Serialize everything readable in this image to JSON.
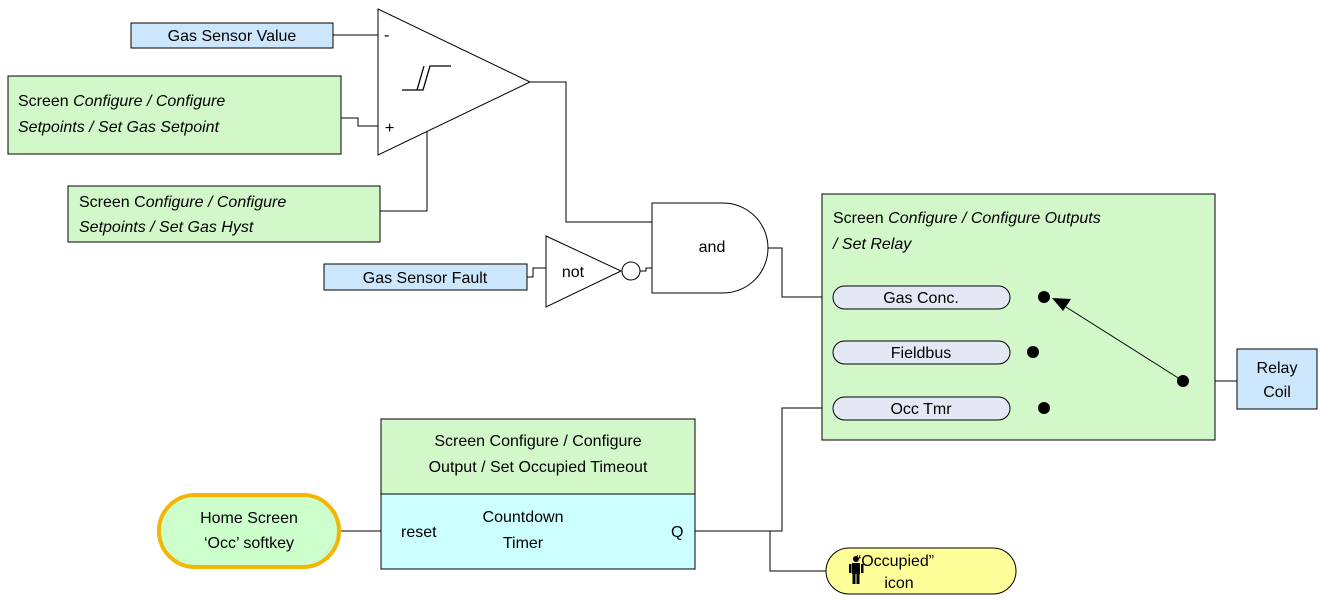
{
  "inputs": {
    "gas_sensor_value": "Gas Sensor Value",
    "gas_sensor_fault": "Gas Sensor Fault",
    "setpoint_box": {
      "line1_a": "Screen ",
      "line1_b": "Configure / Configure",
      "line2": "Setpoints / Set Gas Setpoint"
    },
    "hyst_box": {
      "line1_a": "Screen C",
      "line1_b": "onfigure / Configure",
      "line2": "Setpoints / Set Gas Hyst"
    },
    "home_screen": {
      "line1": "Home Screen",
      "line2": "‘Occ’ softkey"
    }
  },
  "comparator": {
    "minus": "-",
    "plus": "+"
  },
  "gates": {
    "not_label": "not",
    "and_label": "and"
  },
  "relay_screen": {
    "title_line1_a": "Screen ",
    "title_line1_b": "Configure / Configure Outputs",
    "title_line2": "/ Set Relay",
    "options": [
      "Gas Conc.",
      "Fieldbus",
      "Occ Tmr"
    ]
  },
  "relay_coil": {
    "line1": "Relay",
    "line2": "Coil"
  },
  "timer": {
    "header_line1": "Screen Configure / Configure",
    "header_line2": "Output / Set Occupied Timeout",
    "reset_label": "reset",
    "center_line1": "Countdown",
    "center_line2": "Timer",
    "q_label": "Q"
  },
  "occupied": {
    "line1": "“Occupied”",
    "line2": "icon",
    "icon": "person-icon"
  },
  "colors": {
    "blue_fill": "#CCE7FB",
    "green_fill": "#D2F8C9",
    "cyan_fill": "#CCFFFF",
    "yellow_fill": "#FFFF99",
    "orange_outline": "#F2B705",
    "pill_fill": "#E4E8F4"
  }
}
